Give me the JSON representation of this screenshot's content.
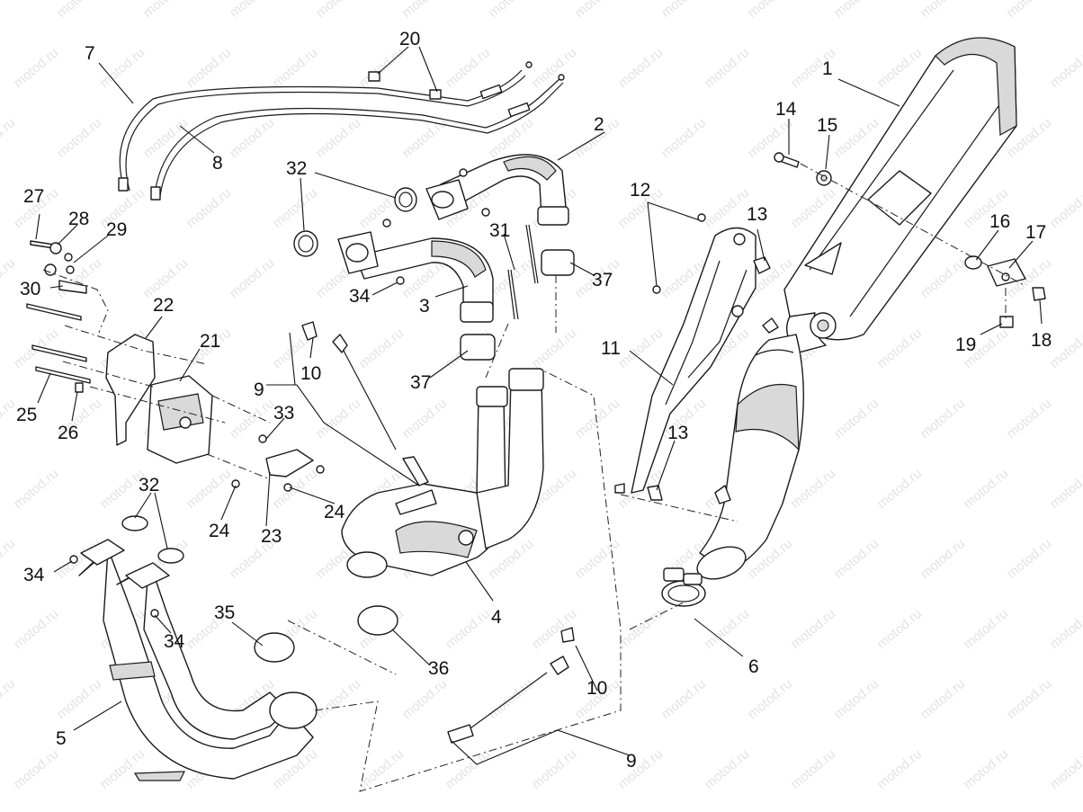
{
  "watermark": "motod.ru",
  "labels": {
    "p1": "1",
    "p2": "2",
    "p3": "3",
    "p4": "4",
    "p5": "5",
    "p6": "6",
    "p7": "7",
    "p8": "8",
    "p9a": "9",
    "p9b": "9",
    "p10a": "10",
    "p10b": "10",
    "p11": "11",
    "p12": "12",
    "p13a": "13",
    "p13b": "13",
    "p14": "14",
    "p15": "15",
    "p16": "16",
    "p17": "17",
    "p18": "18",
    "p19": "19",
    "p20": "20",
    "p21": "21",
    "p22": "22",
    "p23": "23",
    "p24a": "24",
    "p24b": "24",
    "p25": "25",
    "p26": "26",
    "p27": "27",
    "p28": "28",
    "p29": "29",
    "p30": "30",
    "p31": "31",
    "p32a": "32",
    "p32b": "32",
    "p33": "33",
    "p34a": "34",
    "p34b": "34",
    "p34c": "34",
    "p35": "35",
    "p36": "36",
    "p37a": "37",
    "p37b": "37"
  },
  "colors": {
    "line": "#1a1a1a",
    "watermark": "#e3e3e3",
    "background": "#ffffff"
  }
}
